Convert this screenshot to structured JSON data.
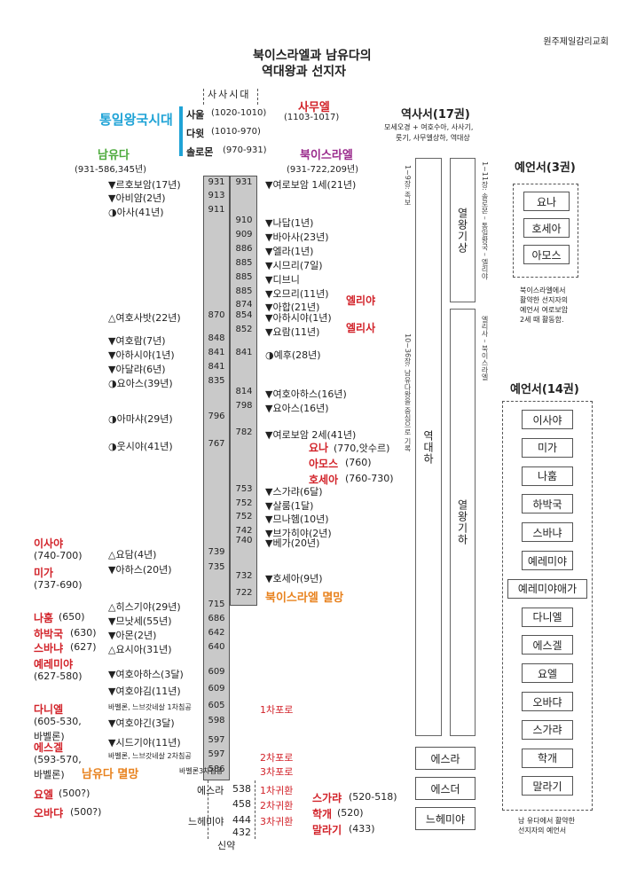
{
  "church": "원주제일감리교회",
  "title1": "북이스라엘과 남유다의",
  "title2": "역대왕과 선지자",
  "judges": "사사시대",
  "united": "통일왕국시대",
  "united_kings": [
    {
      "name": "사울",
      "years": "(1020-1010)"
    },
    {
      "name": "다윗",
      "years": "(1010-970)"
    },
    {
      "name": "솔로몬",
      "years": "(970-931)"
    }
  ],
  "samuel": {
    "name": "사무엘",
    "years": "(1103-1017)"
  },
  "south": {
    "name": "남유다",
    "years": "(931-586,345년)"
  },
  "north": {
    "name": "북이스라엘",
    "years": "(931-722,209년)"
  },
  "south_kings": [
    {
      "label": "▼르호보암(17년)",
      "year": "931"
    },
    {
      "label": "▼아비얌(2년)",
      "year": "913"
    },
    {
      "label": "◑아사(41년)",
      "year": "911"
    },
    {
      "label": "△여호사밧(22년)",
      "year": "870"
    },
    {
      "label": "▼여호람(7년)",
      "year": "848"
    },
    {
      "label": "▼아하시야(1년)",
      "year": "841"
    },
    {
      "label": "▼아달랴(6년)",
      "year": "841"
    },
    {
      "label": "◑요아스(39년)",
      "year": "835"
    },
    {
      "label": "◑아마샤(29년)",
      "year": "796"
    },
    {
      "label": "◑웃시야(41년)",
      "year": "767"
    },
    {
      "label": "△요담(4년)",
      "year": "739"
    },
    {
      "label": "▼아하스(20년)",
      "year": "735"
    },
    {
      "label": "△히스기야(29년)",
      "year": "715"
    },
    {
      "label": "▼므낫세(55년)",
      "year": "686"
    },
    {
      "label": "▼아몬(2년)",
      "year": "642"
    },
    {
      "label": "△요시아(31년)",
      "year": "640"
    },
    {
      "label": "▼여호아하스(3달)",
      "year": "609"
    },
    {
      "label": "▼여호야김(11년)",
      "year": "609"
    },
    {
      "label": "바벨론, 느브갓네살 1차침공",
      "year": "605"
    },
    {
      "label": "▼여호야긴(3달)",
      "year": "598"
    },
    {
      "label": "▼시드기야(11년)",
      "year": "597"
    },
    {
      "label": "바벨론, 느브갓네살 2차침공",
      "year": "597"
    },
    {
      "label": "바벨론3차침공",
      "year": "586"
    }
  ],
  "north_kings": [
    {
      "label": "▼여로보암 1세(21년)",
      "year": "931"
    },
    {
      "label": "▼나답(1년)",
      "year": "910"
    },
    {
      "label": "▼바아사(23년)",
      "year": "909"
    },
    {
      "label": "▼엘라(1년)",
      "year": "886"
    },
    {
      "label": "▼시므리(7일)",
      "year": "885"
    },
    {
      "label": "▼디브니",
      "year": "885"
    },
    {
      "label": "▼오므리(11년)",
      "year": "885"
    },
    {
      "label": "▼아합(21년)",
      "year": "874"
    },
    {
      "label": "▼아하시야(1년)",
      "year": "854"
    },
    {
      "label": "▼요람(11년)",
      "year": "852"
    },
    {
      "label": "◑예후(28년)",
      "year": "841"
    },
    {
      "label": "▼여호아하스(16년)",
      "year": "814"
    },
    {
      "label": "▼요아스(16년)",
      "year": "798"
    },
    {
      "label": "▼여로보암 2세(41년)",
      "year": "782"
    },
    {
      "label": "▼스가랴(6달)",
      "year": "753"
    },
    {
      "label": "▼살룸(1달)",
      "year": "752"
    },
    {
      "label": "▼므나헴(10년)",
      "year": "752"
    },
    {
      "label": "▼브가히야(2년)",
      "year": "742"
    },
    {
      "label": "▼베가(20년)",
      "year": "740"
    },
    {
      "label": "▼호세아(9년)",
      "year": "732"
    },
    {
      "label": "북이스라엘 멸망",
      "year": "722"
    }
  ],
  "north_prophets": [
    {
      "name": "엘리야"
    },
    {
      "name": "엘리사"
    },
    {
      "name": "요나",
      "years": "(770,앗수르)"
    },
    {
      "name": "아모스",
      "years": "(760)"
    },
    {
      "name": "호세아",
      "years": "(760-730)"
    }
  ],
  "south_prophets": [
    {
      "name": "이사야",
      "years": "(740-700)"
    },
    {
      "name": "미가",
      "years": "(737-690)"
    },
    {
      "name": "나훔",
      "years": "(650)"
    },
    {
      "name": "하박국",
      "years": "(630)"
    },
    {
      "name": "스바냐",
      "years": "(627)"
    },
    {
      "name": "예레미야",
      "years": "(627-580)"
    },
    {
      "name": "다니엘",
      "years": "(605-530,",
      "years2": "바벨론)"
    },
    {
      "name": "에스겔",
      "years": "(593-570,",
      "years2": "바벨론)"
    },
    {
      "name": "요엘",
      "years": "(500?)"
    },
    {
      "name": "오바댜",
      "years": "(500?)"
    }
  ],
  "south_fall": "남유다 멸망",
  "captivity": [
    "1차포로",
    "2차포로",
    "3차포로"
  ],
  "returns": [
    "1차귀환",
    "2차귀환",
    "3차귀환"
  ],
  "return_years": [
    "538",
    "458",
    "444",
    "432"
  ],
  "return_leaders": [
    "에스라",
    "느헤미야"
  ],
  "post_prophets": [
    {
      "name": "스가랴",
      "years": "(520-518)"
    },
    {
      "name": "학개",
      "years": "(520)"
    },
    {
      "name": "말라기",
      "years": "(433)"
    }
  ],
  "new_testament": "신약",
  "history": {
    "title": "역사서(17권)",
    "sub1": "모세오경 + 여호수아, 사사기,",
    "sub2": "룻기, 사무엘상하, 역대상",
    "side_left_top": "1~9장: 족보",
    "side_left_bottom": "10~36장: 남유다왕을 중심으로 기록",
    "side_right_top": "1~11장: 솔로몬 – 통일왕국 – 엘리야",
    "side_right_bottom": "엘리사 – 북이스라엘",
    "chronicles": "역대하",
    "kings1": "열왕기상",
    "kings2": "열왕기하",
    "books": [
      "에스라",
      "에스더",
      "느헤미야"
    ]
  },
  "prophets3": {
    "title": "예언서(3권)",
    "books": [
      "요나",
      "호세아",
      "아모스"
    ],
    "note": [
      "북이스라엘에서",
      "활약한 선지자의",
      "예언서 여로보암",
      "2세 때 활동함."
    ]
  },
  "prophets14": {
    "title": "예언서(14권)",
    "books": [
      "이사야",
      "미가",
      "나훔",
      "하박국",
      "스바냐",
      "예레미야",
      "예레미야애가",
      "다니엘",
      "에스겔",
      "요엘",
      "오바댜",
      "스가랴",
      "학개",
      "말라기"
    ],
    "note": [
      "남 유다에서 활약한",
      "선지자의 예언서"
    ]
  }
}
